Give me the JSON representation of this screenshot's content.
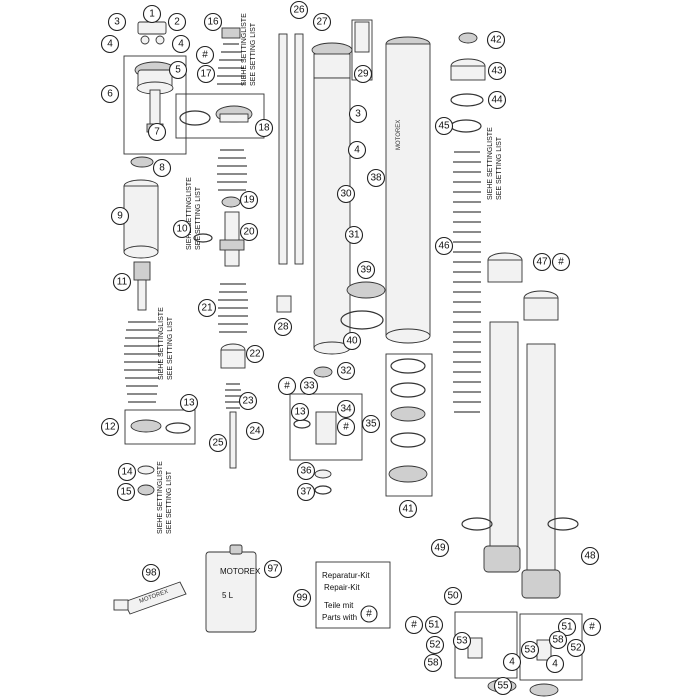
{
  "callouts": [
    {
      "label": "1"
    },
    {
      "label": "2"
    },
    {
      "label": "3"
    },
    {
      "label": "4"
    },
    {
      "label": "4"
    },
    {
      "label": "5"
    },
    {
      "label": "6"
    },
    {
      "label": "7"
    },
    {
      "label": "8"
    },
    {
      "label": "9"
    },
    {
      "label": "10"
    },
    {
      "label": "11"
    },
    {
      "label": "12"
    },
    {
      "label": "13"
    },
    {
      "label": "14"
    },
    {
      "label": "15"
    },
    {
      "label": "16"
    },
    {
      "label": "#"
    },
    {
      "label": "17"
    },
    {
      "label": "18"
    },
    {
      "label": "19"
    },
    {
      "label": "20"
    },
    {
      "label": "21"
    },
    {
      "label": "22"
    },
    {
      "label": "23"
    },
    {
      "label": "24"
    },
    {
      "label": "25"
    },
    {
      "label": "26"
    },
    {
      "label": "27"
    },
    {
      "label": "28"
    },
    {
      "label": "29"
    },
    {
      "label": "30"
    },
    {
      "label": "31"
    },
    {
      "label": "3"
    },
    {
      "label": "4"
    },
    {
      "label": "32"
    },
    {
      "label": "#"
    },
    {
      "label": "33"
    },
    {
      "label": "13"
    },
    {
      "label": "34"
    },
    {
      "label": "#"
    },
    {
      "label": "35"
    },
    {
      "label": "36"
    },
    {
      "label": "37"
    },
    {
      "label": "38"
    },
    {
      "label": "39"
    },
    {
      "label": "40"
    },
    {
      "label": "41"
    },
    {
      "label": "42"
    },
    {
      "label": "43"
    },
    {
      "label": "44"
    },
    {
      "label": "45"
    },
    {
      "label": "46"
    },
    {
      "label": "47"
    },
    {
      "label": "#"
    },
    {
      "label": "48"
    },
    {
      "label": "49"
    },
    {
      "label": "50"
    },
    {
      "label": "#"
    },
    {
      "label": "51"
    },
    {
      "label": "52"
    },
    {
      "label": "53"
    },
    {
      "label": "58"
    },
    {
      "label": "4"
    },
    {
      "label": "51"
    },
    {
      "label": "#"
    },
    {
      "label": "52"
    },
    {
      "label": "53"
    },
    {
      "label": "58"
    },
    {
      "label": "4"
    },
    {
      "label": "55"
    },
    {
      "label": "97"
    },
    {
      "label": "98"
    },
    {
      "label": "99"
    }
  ],
  "setting_notes": [
    {
      "de": "SIEHE SETTINGLISTE",
      "en": "SEE SETTING LIST"
    },
    {
      "de": "SIEHE SETTINGLISTE",
      "en": "SEE SETTING LIST"
    },
    {
      "de": "SIEHE SETTINGLISTE",
      "en": "SEE SETTING LIST"
    },
    {
      "de": "SIEHE SETTINGLISTE",
      "en": "SEE SETTING LIST"
    },
    {
      "de": "SIEHE SETTINGLISTE",
      "en": "SEE SETTING LIST"
    }
  ],
  "repair_kit": {
    "line1": "Reparatur-Kit",
    "line2": "Repair-Kit",
    "line3": "Teile mit",
    "line4": "Parts with",
    "marker": "#"
  },
  "oil_can": {
    "brand": "MOTOREX",
    "volume": "5 L"
  },
  "tube_label": "MOTOREX"
}
